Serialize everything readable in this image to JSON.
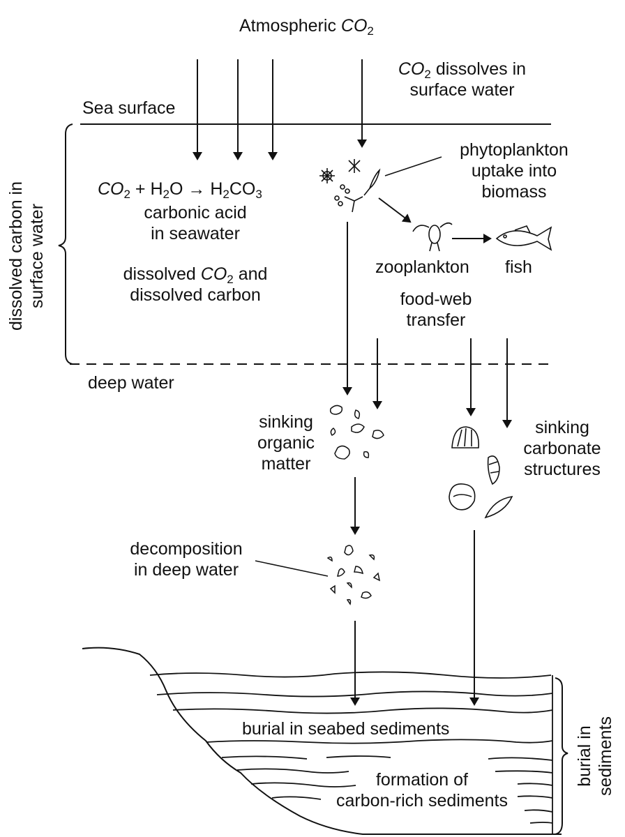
{
  "labels": {
    "atmospheric": "Atmospheric",
    "co2": "CO",
    "sub2": "2",
    "co2_dissolves": "dissolves in",
    "surface_water": "surface water",
    "sea_surface": "Sea surface",
    "eq_plus": "+ H",
    "eq_o_arrow": "O → H",
    "eq_co": "CO",
    "eq_sub3": "3",
    "carbonic_acid": "carbonic acid",
    "in_seawater": "in seawater",
    "dissolved": "dissolved",
    "and": "and",
    "dissolved_carbon": "dissolved carbon",
    "phyto_line1": "phytoplankton",
    "phyto_line2": "uptake into",
    "phyto_line3": "biomass",
    "zooplankton": "zooplankton",
    "fish": "fish",
    "foodweb_line1": "food-web",
    "foodweb_line2": "transfer",
    "deep_water": "deep water",
    "sinking_om_line1": "sinking",
    "sinking_om_line2": "organic",
    "sinking_om_line3": "matter",
    "sinking_cs_line1": "sinking",
    "sinking_cs_line2": "carbonate",
    "sinking_cs_line3": "structures",
    "decomp_line1": "decomposition",
    "decomp_line2": "in deep water",
    "burial_seabed": "burial in seabed sediments",
    "formation_line1": "formation of",
    "formation_line2": "carbon-rich sediments",
    "bracket_left_line1": "dissolved carbon in",
    "bracket_left_line2": "surface water",
    "bracket_right_line1": "burial in",
    "bracket_right_line2": "sediments"
  }
}
